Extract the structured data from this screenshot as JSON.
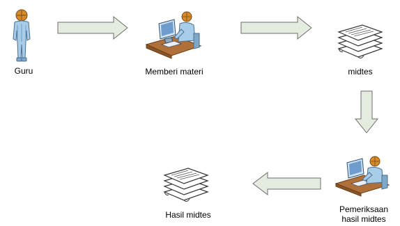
{
  "diagram": {
    "nodes": [
      {
        "id": "guru",
        "label": "Guru",
        "icon": "person-icon"
      },
      {
        "id": "memberi",
        "label": "Memberi materi",
        "icon": "person-at-computer-icon"
      },
      {
        "id": "midtes",
        "label": "midtes",
        "icon": "document-stack-icon"
      },
      {
        "id": "pemeriksaan",
        "label_lines": [
          "Pemeriksaan",
          "hasil midtes"
        ],
        "icon": "person-at-computer-icon"
      },
      {
        "id": "hasil",
        "label": "Hasil midtes",
        "icon": "document-stack-icon"
      }
    ],
    "edges": [
      {
        "from": "guru",
        "to": "memberi"
      },
      {
        "from": "memberi",
        "to": "midtes"
      },
      {
        "from": "midtes",
        "to": "pemeriksaan"
      },
      {
        "from": "pemeriksaan",
        "to": "hasil"
      }
    ],
    "colors": {
      "arrow_fill": "#e4ece0",
      "arrow_stroke": "#6c6c6c",
      "person_blue": "#a8cde8",
      "person_head": "#c87a1e",
      "desk": "#b0703a"
    }
  }
}
